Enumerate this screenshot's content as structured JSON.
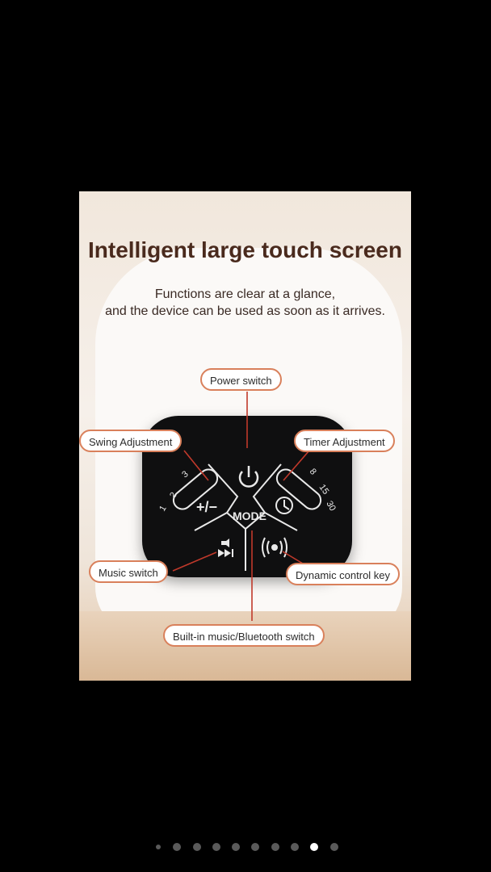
{
  "heading": "Intelligent large touch screen",
  "subtitle_line1": "Functions are clear at a glance,",
  "subtitle_line2": "and the device can be used as soon as it arrives.",
  "labels": {
    "power": "Power switch",
    "swing": "Swing Adjustment",
    "timer": "Timer Adjustment",
    "music": "Music switch",
    "dynamic": "Dynamic control key",
    "builtin": "Built-in music/Bluetooth switch"
  },
  "panel_text": {
    "mode": "MODE",
    "plus_minus": "+/−",
    "swing_numbers": [
      "1",
      "2",
      "3"
    ],
    "timer_numbers": [
      "8",
      "15",
      "30"
    ]
  },
  "carousel": {
    "total_dots": 10,
    "active_index": 8
  },
  "colors": {
    "accent_line": "#c0392b",
    "pill_border": "#d9805b",
    "panel": "#0f0f10"
  },
  "icons": [
    "power-icon",
    "clock-icon",
    "music-icon",
    "vibration-icon"
  ]
}
